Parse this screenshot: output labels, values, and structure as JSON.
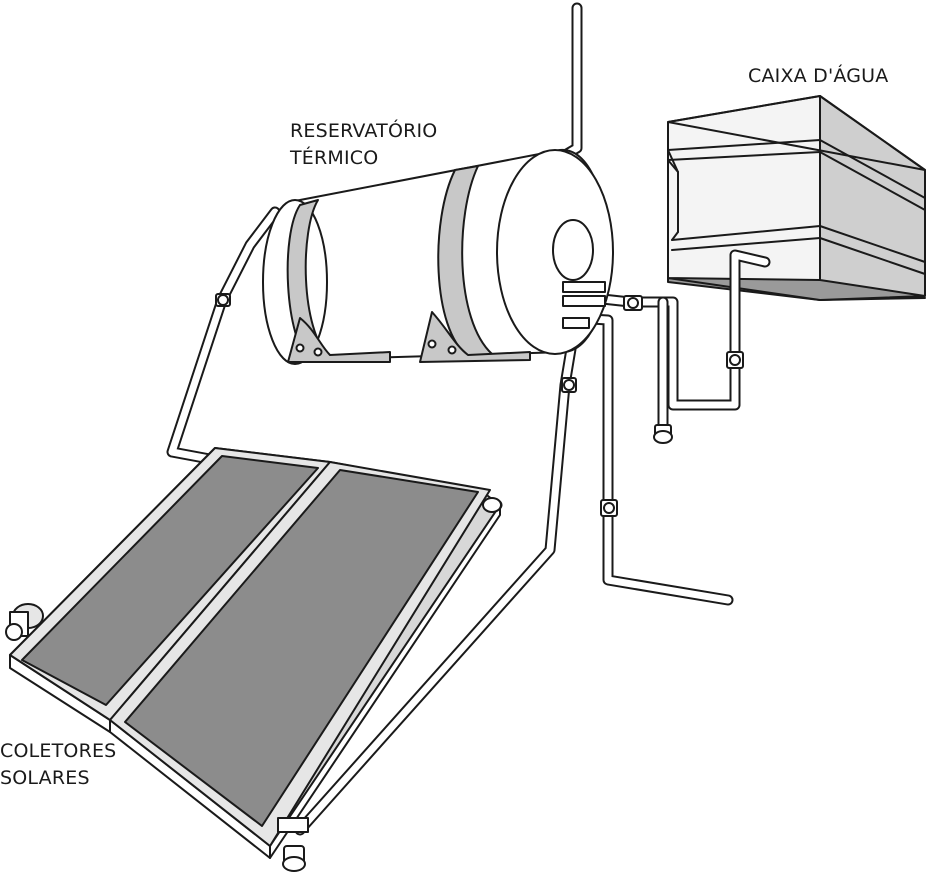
{
  "labels": {
    "reservatorio_line1": "RESERVATÓRIO",
    "reservatorio_line2": "TÉRMICO",
    "caixa": "CAIXA D'ÁGUA",
    "coletores_line1": "COLETORES",
    "coletores_line2": "SOLARES"
  },
  "colors": {
    "outline": "#1a1a1a",
    "panel_glass": "#8c8c8c",
    "metal_light": "#e6e6e6",
    "metal_mid": "#c8c8c8",
    "box_top": "#f2f2f2",
    "box_side": "#cfcfcf",
    "box_bottom": "#9a9a9a"
  }
}
